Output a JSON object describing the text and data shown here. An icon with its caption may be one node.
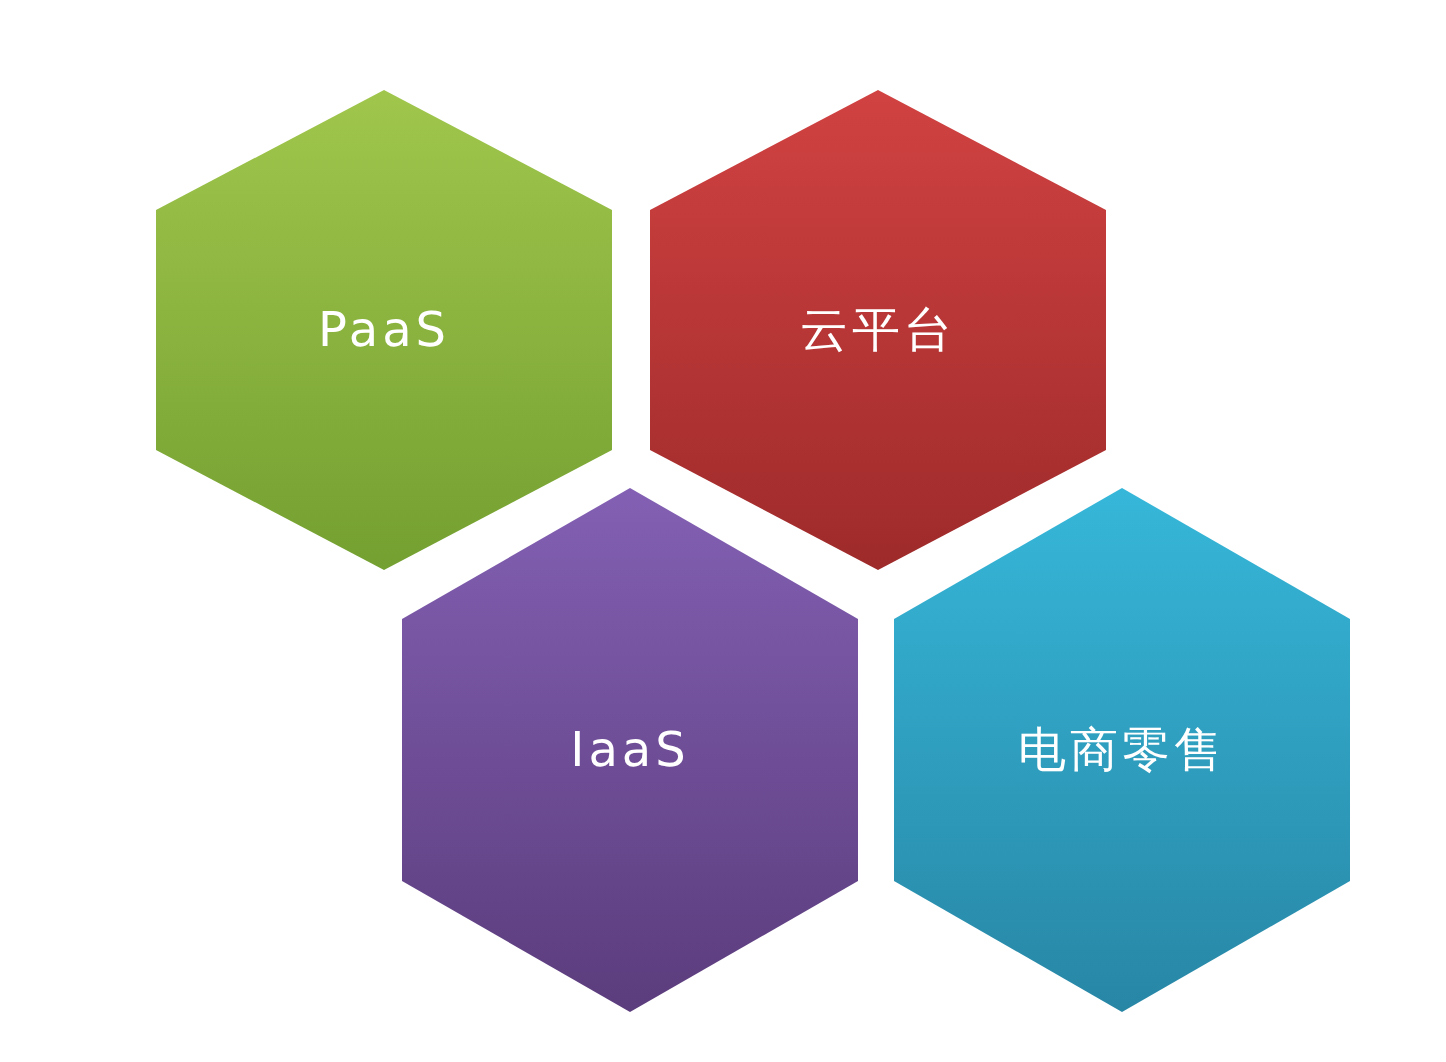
{
  "diagram": {
    "nodes": [
      {
        "text": [
          "PaaS"
        ]
      },
      {
        "text": [
          "云平台"
        ]
      },
      {
        "text": [
          "IaaS"
        ]
      },
      {
        "text": [
          "电商零售"
        ]
      }
    ]
  }
}
